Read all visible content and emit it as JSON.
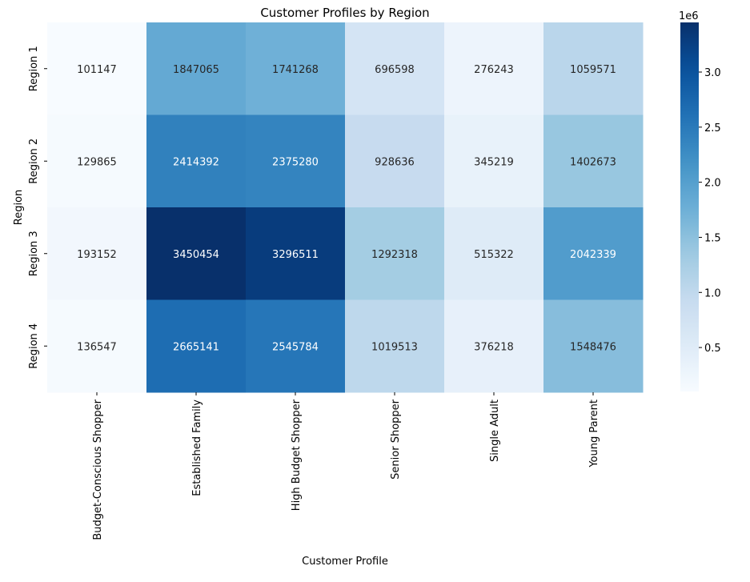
{
  "chart_data": {
    "type": "heatmap",
    "title": "Customer Profiles by Region",
    "xlabel": "Customer Profile",
    "ylabel": "Region",
    "columns": [
      "Budget-Conscious Shopper",
      "Established Family",
      "High Budget Shopper",
      "Senior Shopper",
      "Single Adult",
      "Young Parent"
    ],
    "rows": [
      "Region 1",
      "Region 2",
      "Region 3",
      "Region 4"
    ],
    "values": [
      [
        101147,
        1847065,
        1741268,
        696598,
        276243,
        1059571
      ],
      [
        129865,
        2414392,
        2375280,
        928636,
        345219,
        1402673
      ],
      [
        193152,
        3450454,
        3296511,
        1292318,
        515322,
        2042339
      ],
      [
        136547,
        2665141,
        2545784,
        1019513,
        376218,
        1548476
      ]
    ],
    "colorscale": "Blues",
    "color_range": [
      101147,
      3450454
    ],
    "colorbar": {
      "ticks": [
        "0.5",
        "1.0",
        "1.5",
        "2.0",
        "2.5",
        "3.0"
      ],
      "tick_values": [
        500000,
        1000000,
        1500000,
        2000000,
        2500000,
        3000000
      ],
      "offset_label": "1e6"
    },
    "annotations": true,
    "legend": "colorbar-right"
  }
}
